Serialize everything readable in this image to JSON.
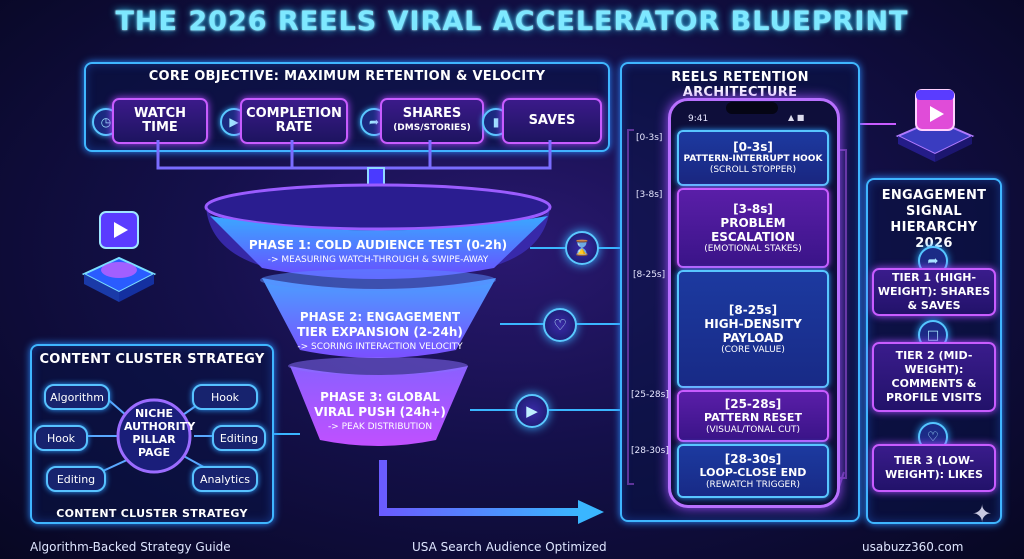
{
  "title": "THE 2026 REELS VIRAL ACCELERATOR BLUEPRINT",
  "core": {
    "title": "CORE OBJECTIVE: MAXIMUM RETENTION & VELOCITY",
    "metrics": [
      {
        "label": "WATCH TIME",
        "sub": "",
        "icon": "clock-icon"
      },
      {
        "label": "COMPLETION RATE",
        "sub": "",
        "icon": "play-icon"
      },
      {
        "label": "SHARES",
        "sub": "(DMS/STORIES)",
        "icon": "share-icon"
      },
      {
        "label": "SAVES",
        "sub": "",
        "icon": "bookmark-icon"
      }
    ]
  },
  "funnel": [
    {
      "title": "PHASE 1: COLD AUDIENCE TEST (0-2h)",
      "detail": "-> MEASURING WATCH-THROUGH & SWIPE-AWAY",
      "icon": "hourglass-icon"
    },
    {
      "title": "PHASE 2: ENGAGEMENT TIER EXPANSION (2-24h)",
      "detail": "-> SCORING INTERACTION VELOCITY",
      "icon": "heart-icon"
    },
    {
      "title": "PHASE 3: GLOBAL VIRAL PUSH (24h+)",
      "detail": "-> PEAK DISTRIBUTION",
      "icon": "reels-icon"
    }
  ],
  "architecture": {
    "title": "REELS RETENTION ARCHITECTURE",
    "status_time": "9:41",
    "segments": [
      {
        "time": "[0-3s]",
        "label": "[0-3s]",
        "title": "PATTERN-INTERRUPT HOOK",
        "sub": "(SCROLL STOPPER)"
      },
      {
        "time": "[3-8s]",
        "label": "[3-8s]",
        "title": "PROBLEM ESCALATION",
        "sub": "(EMOTIONAL STAKES)"
      },
      {
        "time": "[8-25s]",
        "label": "[8-25s]",
        "title": "HIGH-DENSITY PAYLOAD",
        "sub": "(CORE VALUE)"
      },
      {
        "time": "[25-28s]",
        "label": "[25-28s]",
        "title": "PATTERN RESET",
        "sub": "(VISUAL/TONAL CUT)"
      },
      {
        "time": "[28-30s]",
        "label": "[28-30s]",
        "title": "LOOP-CLOSE END",
        "sub": "(REWATCH TRIGGER)"
      }
    ]
  },
  "hierarchy": {
    "title": "ENGAGEMENT SIGNAL HIERARCHY 2026",
    "tiers": [
      {
        "label": "TIER 1 (HIGH-WEIGHT): SHARES & SAVES",
        "icon": "share-icon"
      },
      {
        "label": "TIER 2 (MID-WEIGHT): COMMENTS & PROFILE VISITS",
        "icon": "comment-icon"
      },
      {
        "label": "TIER 3 (LOW-WEIGHT): LIKES",
        "icon": "heart-icon"
      }
    ]
  },
  "cluster": {
    "title": "CONTENT CLUSTER STRATEGY",
    "footer_title": "CONTENT CLUSTER STRATEGY",
    "center": "NICHE AUTHORITY PILLAR PAGE",
    "nodes": [
      "Algorithm",
      "Hook",
      "Hook",
      "Editing",
      "Editing",
      "Analytics"
    ]
  },
  "footer": {
    "left": "Algorithm-Backed Strategy Guide",
    "center": "USA Search Audience Optimized",
    "right": "usabuzz360.com"
  }
}
